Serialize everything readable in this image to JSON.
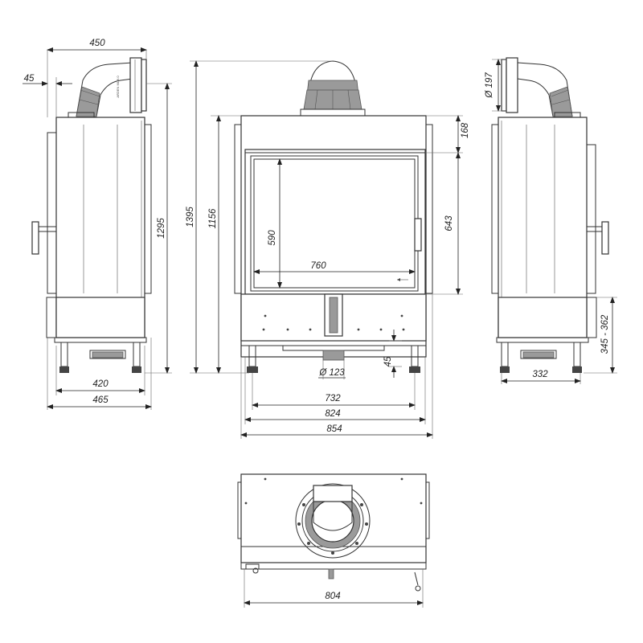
{
  "dimensions": {
    "left_view": {
      "top_width": "450",
      "offset": "45",
      "height": "1295",
      "base_inner": "420",
      "base_outer": "465"
    },
    "front_view": {
      "total_height": "1395",
      "body_height": "1156",
      "top_offset": "168",
      "door_height": "643",
      "glass_height": "590",
      "glass_width": "760",
      "leg_height": "45",
      "outlet_diameter": "Ø 123",
      "leg_span": "732",
      "inner_width": "824",
      "outer_width": "854"
    },
    "right_view": {
      "flue_diameter": "Ø 197",
      "inlet_height": "345 - 362",
      "base_width": "332"
    },
    "top_view": {
      "width": "804"
    }
  },
  "product_label": "ARDEN ML 9.0"
}
